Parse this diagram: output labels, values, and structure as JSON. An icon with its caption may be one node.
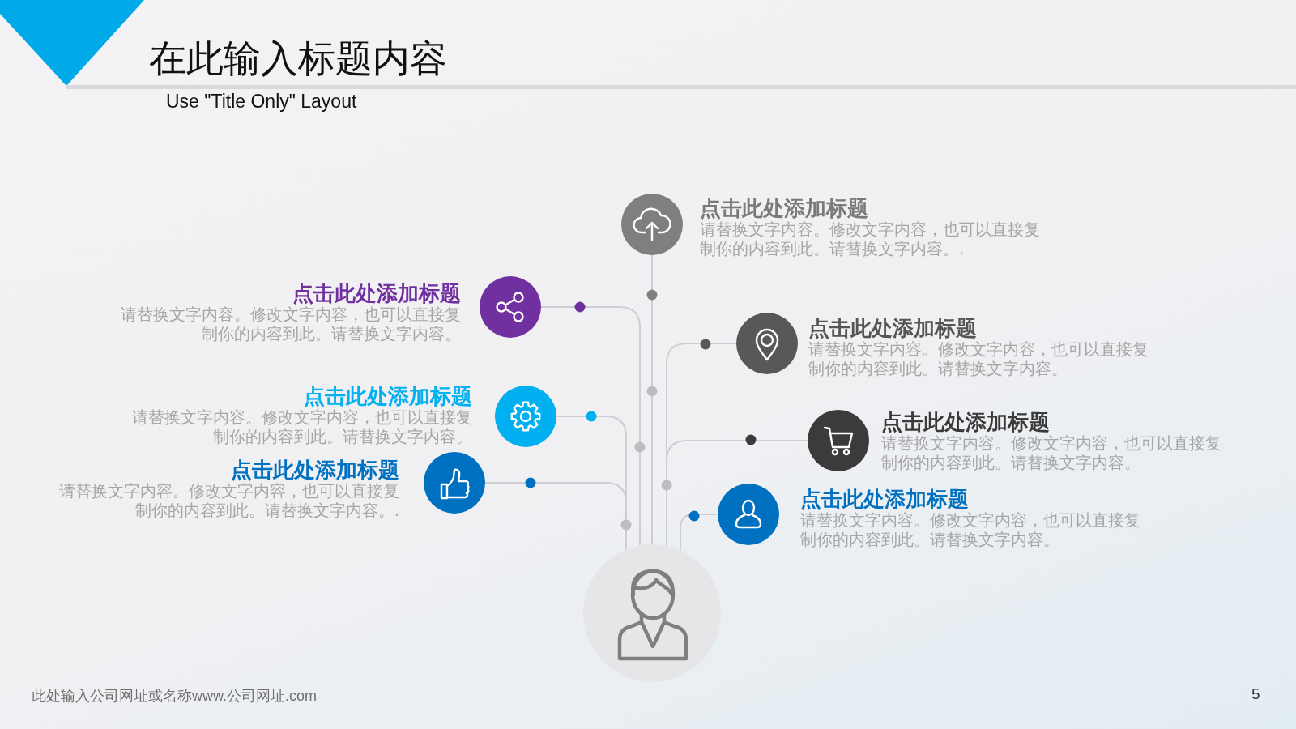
{
  "diagram": {
    "title": "在此输入标题内容",
    "nodes": [
      {
        "text": [
          "点击此处添加标题",
          "请替换文字内容。修改文字内容，也可以直接复制你的内容到此。请替换文字内容。."
        ]
      },
      {
        "text": [
          "点击此处添加标题",
          "请替换文字内容。修改文字内容，也可以直接复制你的内容到此。请替换文字内容。"
        ]
      },
      {
        "text": [
          "点击此处添加标题",
          "请替换文字内容。修改文字内容，也可以直接复制你的内容到此。请替换文字内容。"
        ]
      },
      {
        "text": [
          "点击此处添加标题",
          "请替换文字内容。修改文字内容，也可以直接复制你的内容到此。请替换文字内容。"
        ]
      },
      {
        "text": [
          "点击此处添加标题",
          "请替换文字内容。修改文字内容，也可以直接复制你的内容到此。请替换文字内容。"
        ]
      },
      {
        "text": [
          "点击此处添加标题",
          "请替换文字内容。修改文字内容，也可以直接复制你的内容到此。请替换文字内容。."
        ]
      },
      {
        "text": [
          "点击此处添加标题",
          "请替换文字内容。修改文字内容，也可以直接复制你的内容到此。请替换文字内容。"
        ]
      },
      {
        "text": [],
        "shape": "person"
      }
    ],
    "edges": [
      {
        "from": 7,
        "to": 0,
        "arrow": "none"
      },
      {
        "from": 7,
        "to": 1,
        "arrow": "none"
      },
      {
        "from": 7,
        "to": 2,
        "arrow": "none"
      },
      {
        "from": 7,
        "to": 3,
        "arrow": "none"
      },
      {
        "from": 7,
        "to": 4,
        "arrow": "none"
      },
      {
        "from": 7,
        "to": 5,
        "arrow": "none"
      },
      {
        "from": 7,
        "to": 6,
        "arrow": "none"
      }
    ],
    "labels": [
      "Use \"Title Only\" Layout",
      "此处输入公司网址或名称www.公司网址.com",
      "5"
    ]
  }
}
